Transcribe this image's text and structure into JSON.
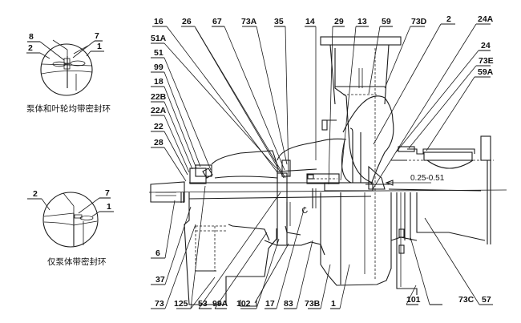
{
  "figure": {
    "type": "pump-section-drawing",
    "dimension_note": "0.25-0.51"
  },
  "detail_views": [
    {
      "caption": "泵体和叶轮均带密封环",
      "labels": [
        "8",
        "2",
        "7",
        "1"
      ]
    },
    {
      "caption": "仅泵体带密封环",
      "labels": [
        "2",
        "7",
        "1"
      ]
    }
  ],
  "callouts": {
    "top": [
      "16",
      "26",
      "67",
      "73A",
      "35",
      "14",
      "29",
      "13",
      "59",
      "73D",
      "2",
      "24A"
    ],
    "left": [
      "51A",
      "51",
      "99",
      "18",
      "22B",
      "22A",
      "22",
      "28",
      "6",
      "37"
    ],
    "right": [
      "24",
      "73E",
      "59A"
    ],
    "bottom": [
      "73",
      "125",
      "53",
      "99A",
      "102",
      "17",
      "83",
      "73B",
      "1",
      "101",
      "73C",
      "57"
    ]
  }
}
